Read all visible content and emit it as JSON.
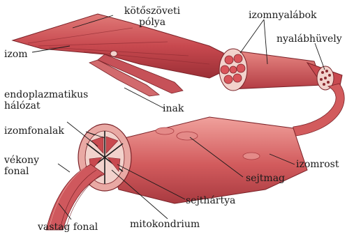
{
  "labels": {
    "kotoszoveti_polya": "kötőszöveti\npólya",
    "izom": "izom",
    "izomnyalabok": "izomnyalábok",
    "nyalabhuvely": "nyalábhüvely",
    "inak": "inak",
    "endoplazmatikus_halozat": "endoplazmatikus\nhálózat",
    "izomfonalak": "izomfonalak",
    "vekony_fonal": "vékony\nfonal",
    "izomrost": "izomrost",
    "sejtmag": "sejtmag",
    "sejthartya": "sejthártya",
    "mitokondrium": "mitokondrium",
    "vastag_fonal": "vastag fonal"
  },
  "colors": {
    "muscle": "#c8494f",
    "muscle_light": "#e58c8a",
    "muscle_dark": "#8c2a30",
    "tissue": "#f2d2cc",
    "line": "#1a1a1a"
  }
}
